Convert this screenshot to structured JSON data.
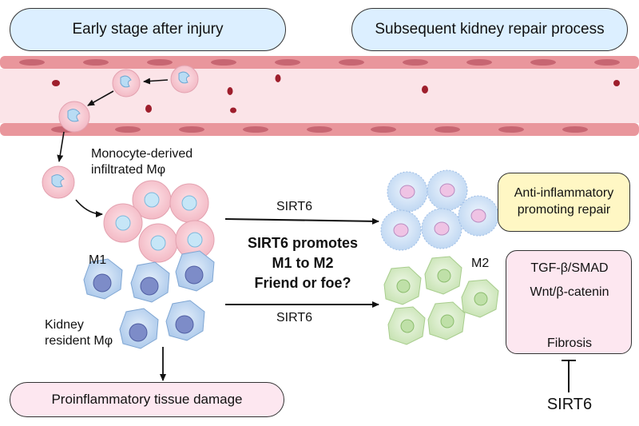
{
  "headers": {
    "early_stage": "Early stage after injury",
    "repair_process": "Subsequent kidney repair process"
  },
  "labels": {
    "monocyte_line1": "Monocyte-derived",
    "monocyte_line2": "infiltrated Mφ",
    "m1": "M1",
    "m2": "M2",
    "kidney_line1": "Kidney",
    "kidney_line2": "resident Mφ",
    "sirt6_top_arrow": "SIRT6",
    "sirt6_bottom_arrow": "SIRT6",
    "sirt6_bottom_right": "SIRT6"
  },
  "center_text": {
    "line1": "SIRT6 promotes",
    "line2": "M1 to M2",
    "line3": "Friend or foe?"
  },
  "outcomes": {
    "anti_inflammatory_line1": "Anti-inflammatory",
    "anti_inflammatory_line2": "promoting repair",
    "proinflammatory": "Proinflammatory tissue damage"
  },
  "fibrosis_box": {
    "pathway1": "TGF-β/SMAD",
    "pathway2": "Wnt/β-catenin",
    "result": "Fibrosis"
  },
  "colors": {
    "header_fill": "#dcefff",
    "anti_inflammatory_fill": "#fff7c4",
    "fibrosis_fill": "#fde7f0",
    "proinflammatory_fill": "#fde7f0",
    "vessel_wall": "#e9969c",
    "m1_cell": "#f7c9d2",
    "resident_cell": "#c5daf2",
    "m2_blue_cell": "#d6e6f8",
    "m2_green_cell": "#dcefd0"
  }
}
